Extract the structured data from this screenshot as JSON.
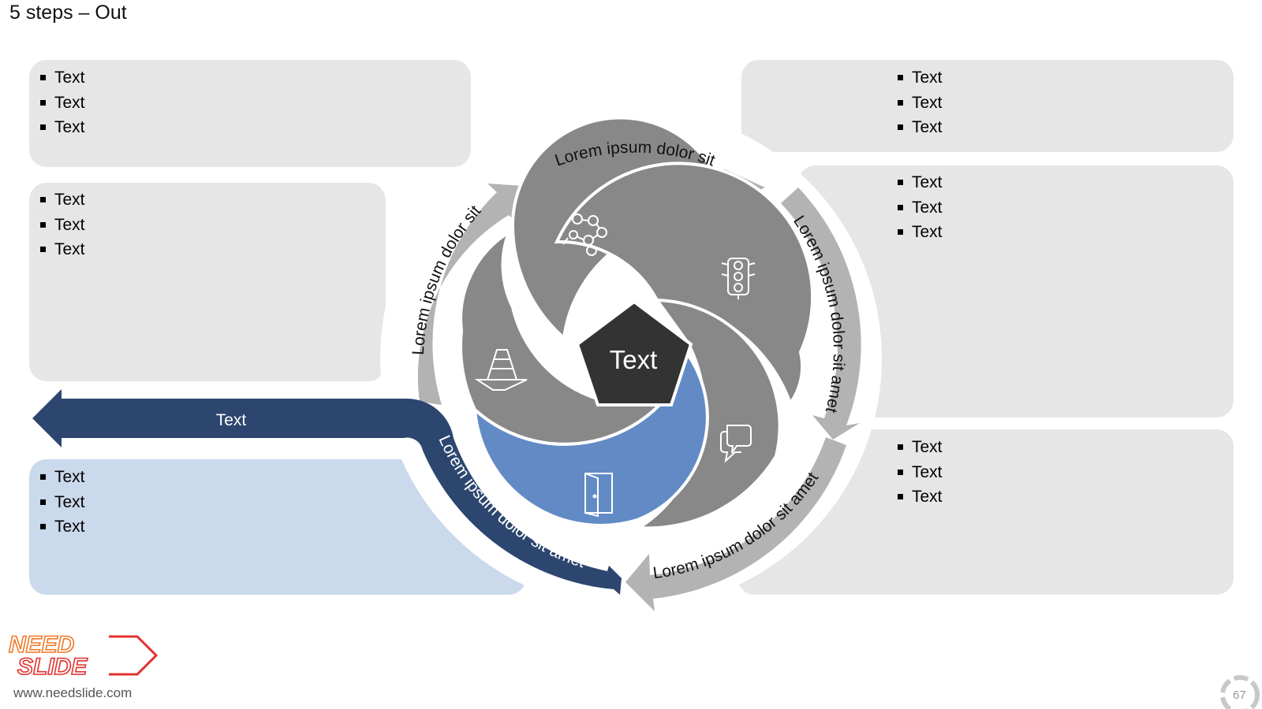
{
  "title": "5 steps – Out",
  "panels": {
    "top_left": [
      "Text",
      "Text",
      "Text"
    ],
    "mid_left": [
      "Text",
      "Text",
      "Text"
    ],
    "bottom_left": [
      "Text",
      "Text",
      "Text"
    ],
    "top_right": [
      "Text",
      "Text",
      "Text"
    ],
    "mid_right": [
      "Text",
      "Text",
      "Text"
    ],
    "bottom_right": [
      "Text",
      "Text",
      "Text"
    ]
  },
  "arrows": {
    "top": "Lorem ipsum dolor sit",
    "right": "Lorem ipsum dolor sit amet",
    "bottom_right": "Lorem ipsum dolor sit amet",
    "bottom_left": "Lorem ipsum dolor sit amet",
    "left": "Lorem ipsum dolor sit"
  },
  "exit_arrow_label": "Text",
  "center_label": "Text",
  "icons": [
    "network-icon",
    "traffic-light-icon",
    "chat-bubbles-icon",
    "door-icon",
    "traffic-cone-icon"
  ],
  "logo": {
    "line1": "NEED",
    "line2": "SLIDE"
  },
  "footer_url": "www.needslide.com",
  "page_number": "67",
  "colors": {
    "panel_gray": "#e6e6e6",
    "panel_blue": "#cad9eb",
    "ring_arrow_gray": "#b3b3b3",
    "petal_gray": "#888888",
    "petal_blue": "#628bc6",
    "exit_navy": "#2c466f",
    "center_dark": "#333333",
    "logo_orange": "#f07a2a",
    "logo_red": "#e2312f"
  }
}
